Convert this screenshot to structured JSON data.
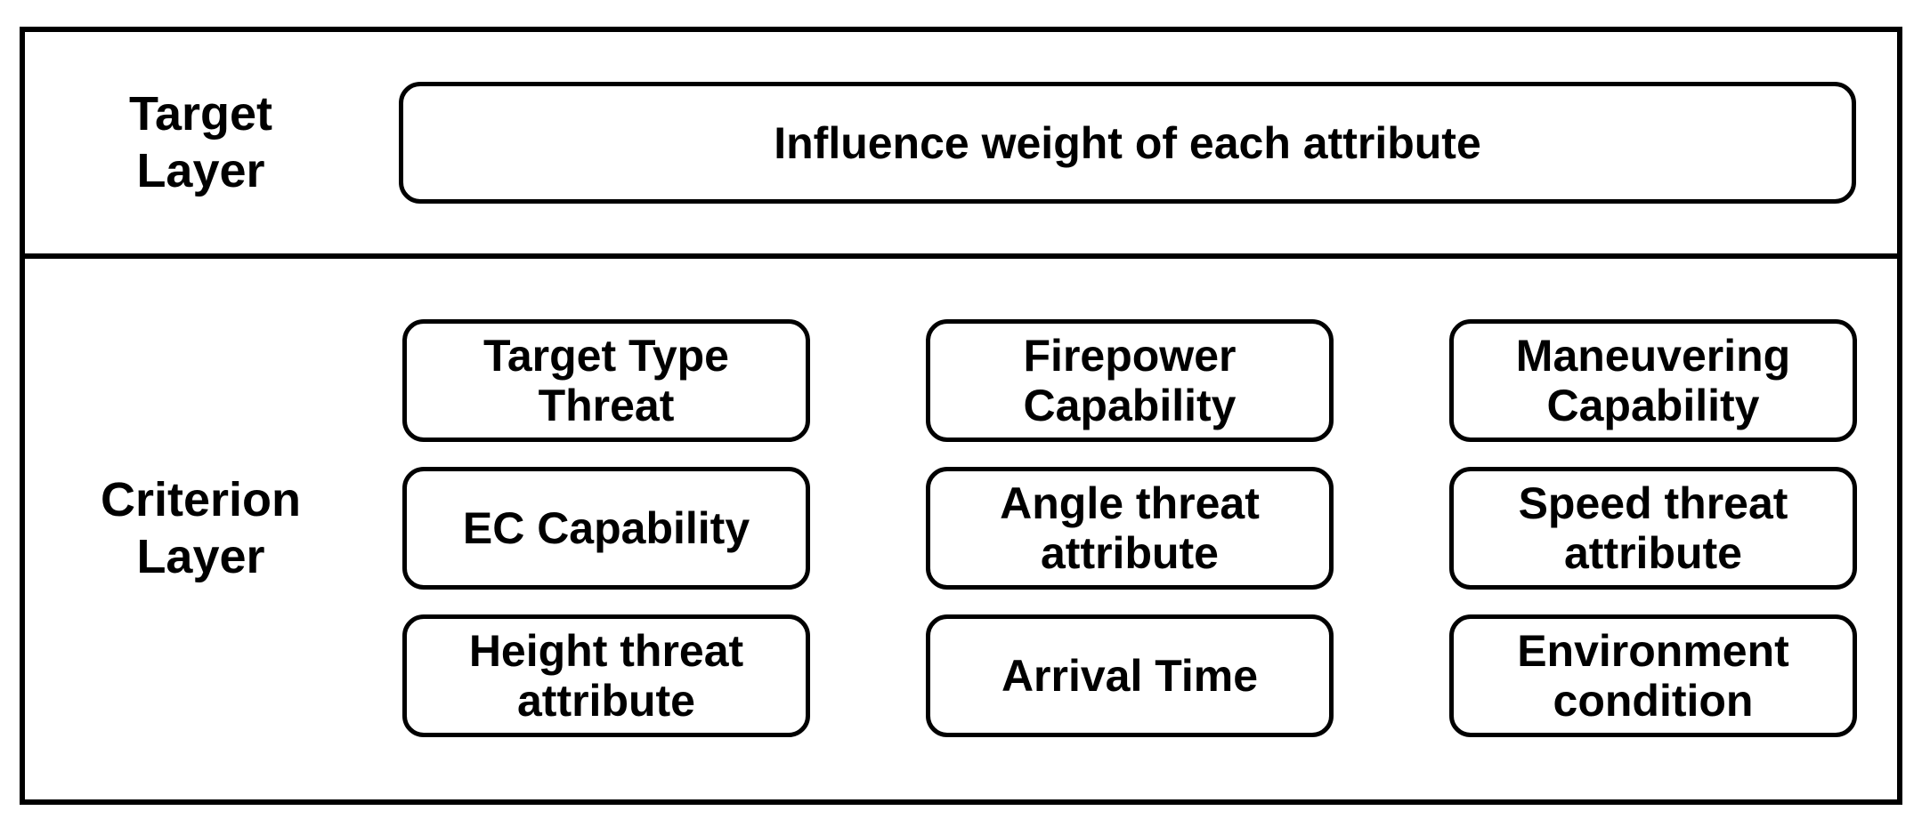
{
  "diagram": {
    "target_layer": {
      "label": "Target\nLayer",
      "box_label": "Influence weight of each attribute"
    },
    "criterion_layer": {
      "label": "Criterion\nLayer",
      "boxes": [
        "Target Type\nThreat",
        "Firepower\nCapability",
        "Maneuvering\nCapability",
        "EC Capability",
        "Angle threat\nattribute",
        "Speed threat\nattribute",
        "Height threat\nattribute",
        "Arrival Time",
        "Environment\ncondition"
      ]
    },
    "colors": {
      "background": "#ffffff",
      "border": "#000000",
      "text": "#000000"
    }
  }
}
